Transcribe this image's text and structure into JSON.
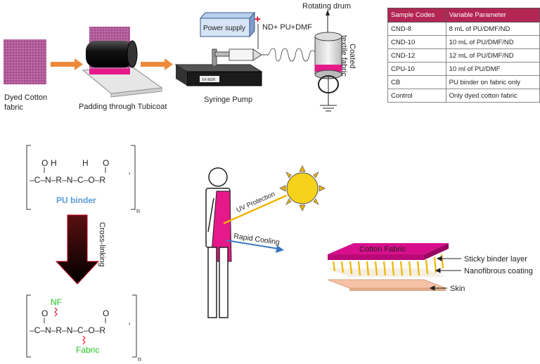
{
  "process": {
    "dyed_fabric_label_line1": "Dyed Cotton",
    "dyed_fabric_label_line2": "fabric",
    "padding_label": "Padding through Tubicoat",
    "power_supply_label": "Power supply",
    "plus_sign": "+",
    "solution_label": "ND+ PU+DMF",
    "pump_display": "XX-MZR",
    "syringe_pump_label": "Syringe Pump",
    "rotating_drum_label": "Rotating drum",
    "coated_label_line1": "Coated",
    "coated_label_line2": "textile fabric"
  },
  "table": {
    "headers": [
      "Sample Codes",
      "Variable Parameter"
    ],
    "rows": [
      [
        "CND-8",
        "8 mL of PU/DMF/ND"
      ],
      [
        "CND-10",
        "10 mL of PU/DMF/ND"
      ],
      [
        "CND-12",
        "12 mL of PU/DMF/ND"
      ],
      [
        "CPU-10",
        "10 ml of PU/DMF"
      ],
      [
        "CB",
        "PU binder on fabric only"
      ],
      [
        "Control",
        "Only dyed cotton fabric"
      ]
    ]
  },
  "chemistry": {
    "o_left": "O",
    "o_right": "O",
    "h_left": "H",
    "h_right": "H",
    "chain_top": "–C–N–R–N–C–O–R",
    "prime": "'",
    "pu_binder_label": "PU binder",
    "n_sub": "n",
    "crosslinking_label": "Cross-linking",
    "nf_label": "NF",
    "fabric_label": "Fabric",
    "chain_bottom": "–C–N–R–N–C–O–R"
  },
  "body": {
    "uv_label": "UV Protection",
    "cooling_label": "Rapid Cooling"
  },
  "layers": {
    "cotton_label": "Cotton Fabric",
    "binder_label": "Sticky binder layer",
    "nano_label": "Nanofibrous coating",
    "skin_label": "Skin"
  },
  "colors": {
    "magenta": "#e6198a",
    "table_header": "#b32553",
    "arrow_orange": "#ec8a3b",
    "pu_blue": "#5b9bd5",
    "nf_green": "#22c41a",
    "uv_yellow": "#f0b400",
    "cooling_blue": "#3a78c2",
    "sun": "#f6d21a"
  }
}
